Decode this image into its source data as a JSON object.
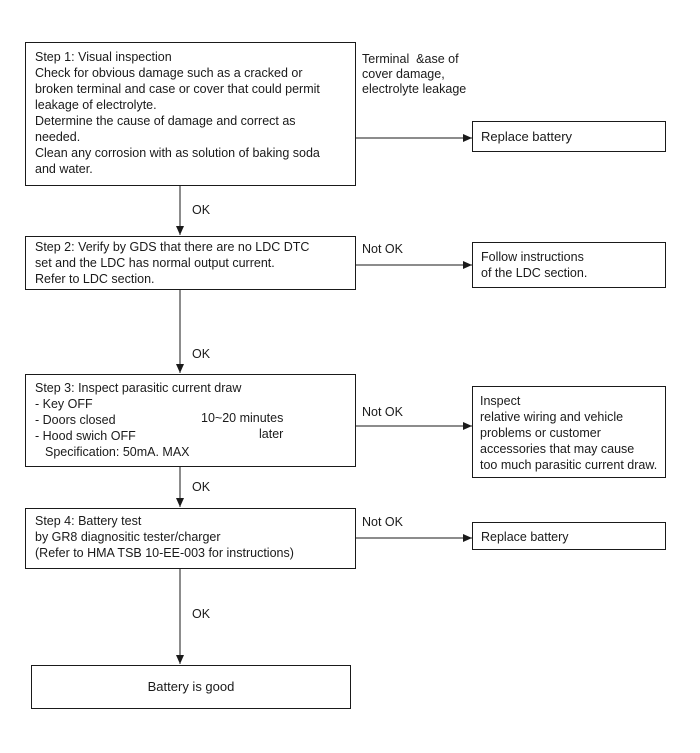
{
  "step1": {
    "text": "Step 1: Visual inspection\nCheck for obvious damage such as a cracked or\nbroken terminal and case or cover that could permit\nleakage of electrolyte.\nDetermine the cause of damage and correct as\nneeded.\nClean any corrosion with as solution of baking soda\nand water.",
    "fail_label": "Terminal  &ase of\ncover damage,\nelectrolyte leakage",
    "result": "Replace battery",
    "pass_label": "OK"
  },
  "step2": {
    "text": "Step 2: Verify by GDS that there are no LDC DTC\nset and the LDC has normal output current.\nRefer to LDC section.",
    "fail_label": "Not OK",
    "result": "Follow instructions\nof the LDC section.",
    "pass_label": "OK"
  },
  "step3": {
    "title": "Step 3: Inspect parasitic current draw",
    "items": [
      "- Key OFF",
      "- Doors closed",
      "- Hood swich OFF"
    ],
    "spec": "Specification: 50mA. MAX",
    "time_note": "10~20 minutes\nlater",
    "fail_label": "Not OK",
    "result": "Inspect\nrelative wiring and vehicle\nproblems or customer\naccessories that may cause\ntoo much parasitic current draw.",
    "pass_label": "OK"
  },
  "step4": {
    "text": "Step 4: Battery test\nby GR8 diagnositic tester/charger\n(Refer to HMA TSB 10-EE-003 for instructions)",
    "fail_label": "Not OK",
    "result": "Replace battery",
    "pass_label": "OK"
  },
  "final": {
    "text": "Battery is good"
  }
}
